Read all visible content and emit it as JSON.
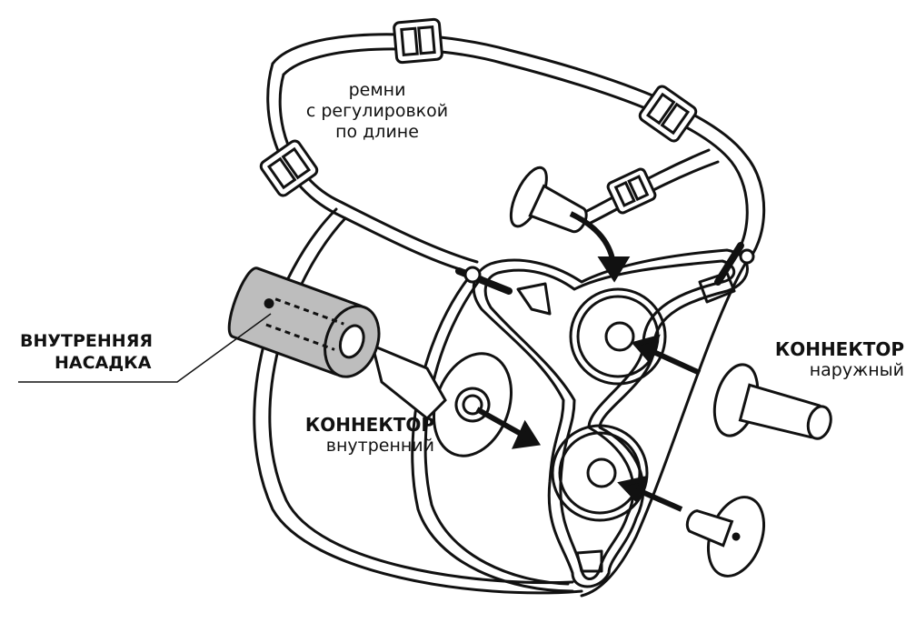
{
  "labels": {
    "straps": [
      "ремни",
      "с регулировкой",
      "по длине"
    ],
    "inner_sleeve": [
      "ВНУТРЕННЯЯ",
      "НАСАДКА"
    ],
    "connector_outer": {
      "title": "КОННЕКТОР",
      "subtitle": "наружный"
    },
    "connector_inner": {
      "title": "КОННЕКТОР",
      "subtitle": "внутренний"
    }
  },
  "colors": {
    "line": "#111111",
    "sleeve": "#bdbdbd",
    "background": "#ffffff"
  }
}
